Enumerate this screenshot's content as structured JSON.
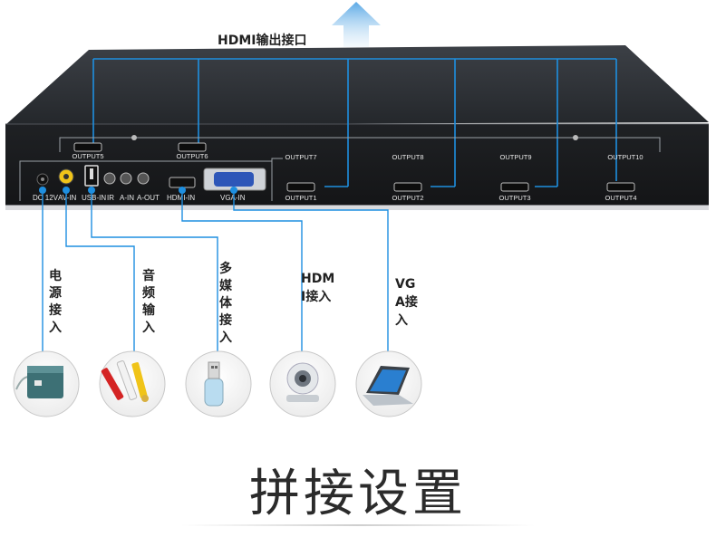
{
  "top_label": "HDMI输出接口",
  "front_outputs": [
    "OUTPUT5",
    "OUTPUT6",
    "OUTPUT7",
    "OUTPUT8",
    "OUTPUT9",
    "OUTPUT10"
  ],
  "bottom_outputs": [
    "OUTPUT1",
    "OUTPUT2",
    "OUTPUT3",
    "OUTPUT4"
  ],
  "port_labels": {
    "dc": "DC 12V",
    "av": "AV-IN",
    "usb": "USB-IN",
    "ir": "IR",
    "ain": "A-IN",
    "aout": "A-OUT",
    "hdmi": "HDMI-IN",
    "vga": "VGA-IN"
  },
  "callouts": [
    {
      "text": "电源接入",
      "icon": "power-adapter-icon"
    },
    {
      "text": "音频输入",
      "icon": "rca-cable-icon"
    },
    {
      "text": "多媒体接入",
      "icon": "usb-drive-icon"
    },
    {
      "text": "HDMI接入",
      "icon": "webcam-icon"
    },
    {
      "text": "VGA接入",
      "icon": "laptop-icon"
    }
  ],
  "page_title": "拼接设置",
  "colors": {
    "accent": "#1e8fe0",
    "device": "#2a2d32",
    "arrow": "#5aa9e6"
  }
}
